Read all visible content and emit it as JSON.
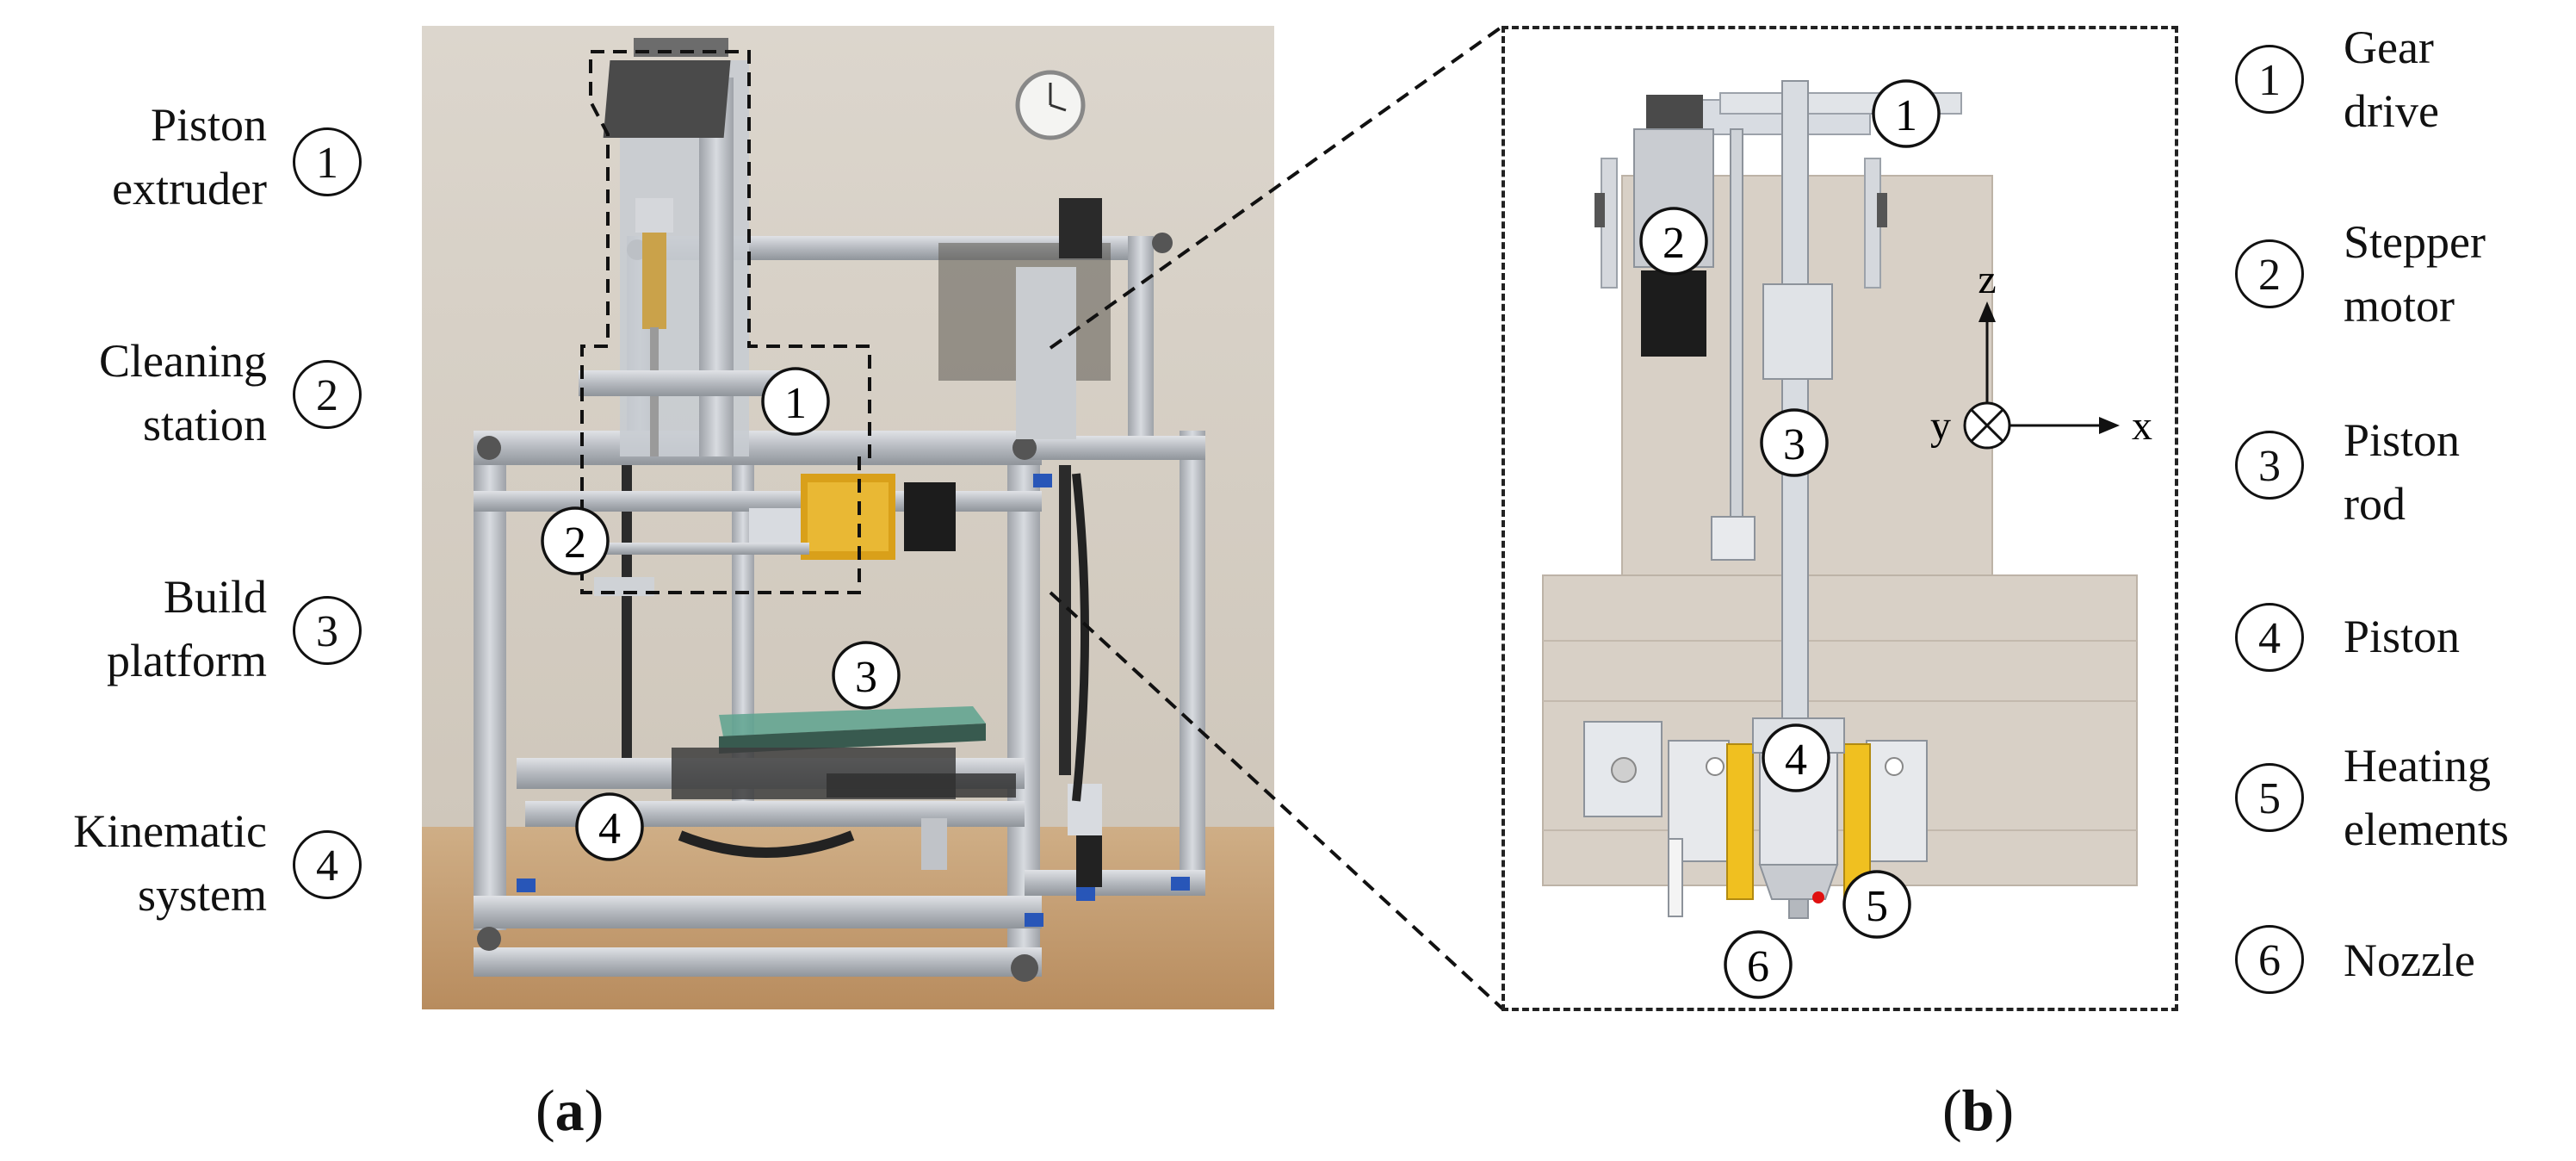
{
  "panel_a": {
    "labels": [
      {
        "num": "1",
        "text": "Piston\nextruder"
      },
      {
        "num": "2",
        "text": "Cleaning\nstation"
      },
      {
        "num": "3",
        "text": "Build\nplatform"
      },
      {
        "num": "4",
        "text": "Kinematic\nsystem"
      }
    ],
    "photo_markers": [
      "1",
      "2",
      "3",
      "4"
    ],
    "caption": {
      "open": "(",
      "letter": "a",
      "close": ")"
    }
  },
  "panel_b": {
    "labels": [
      {
        "num": "1",
        "text": "Gear\ndrive"
      },
      {
        "num": "2",
        "text": "Stepper\nmotor"
      },
      {
        "num": "3",
        "text": "Piston\nrod"
      },
      {
        "num": "4",
        "text": "Piston"
      },
      {
        "num": "5",
        "text": "Heating\nelements"
      },
      {
        "num": "6",
        "text": "Nozzle"
      }
    ],
    "cad_markers": [
      "1",
      "2",
      "3",
      "4",
      "5",
      "6"
    ],
    "axes": {
      "x": "x",
      "y": "y",
      "z": "z"
    },
    "caption": {
      "open": "(",
      "letter": "b",
      "close": ")"
    }
  },
  "colors": {
    "outline": "#111111",
    "aluminum": "#b9bcc1",
    "wall": "#d9d2c7",
    "table": "#c7a37b",
    "cad_beige": "#d8d0c6",
    "heater_yellow": "#f0c020",
    "heater_red": "#e01010"
  }
}
